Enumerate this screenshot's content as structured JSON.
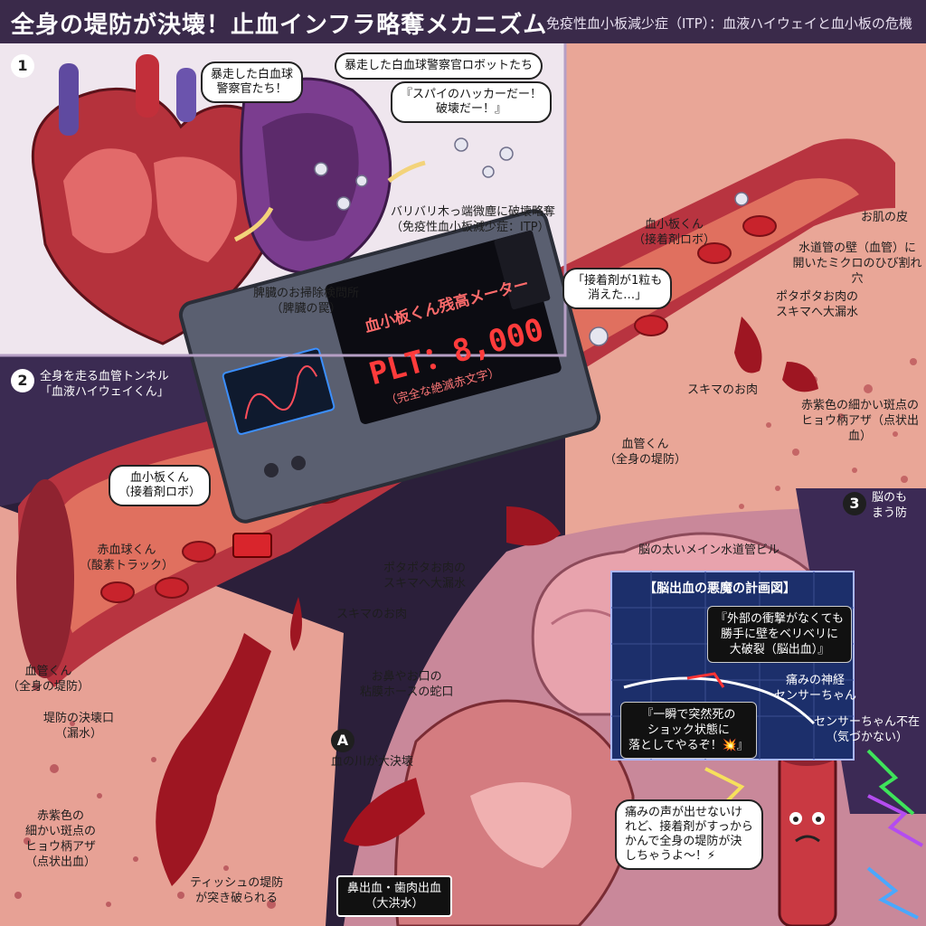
{
  "header": {
    "title": "全身の堤防が決壊！止血インフラ略奪メカニズム",
    "subtitle": "免疫性血小板減少症（ITP）：血液ハイウェイと血小板の危機"
  },
  "panel1": {
    "number": "1",
    "bubble_wbc": "暴走した白血球\n警察官たち！",
    "robots_label": "暴走した白血球警察官ロボットたち",
    "spy_bubble": "『スパイのハッカーだー！\n破壊だー！』",
    "destroy_label": "バリバリ木っ端微塵に破壊略奪\n（免疫性血小板減少症：ITP）",
    "spleen_label": "脾臓のお掃除検問所\n（脾臓の罠）"
  },
  "panel2": {
    "number": "2",
    "tunnel_label": "全身を走る血管トンネル\n「血液ハイウェイくん」",
    "platelet_top": "血小板くん\n（接着剤ロボ）",
    "glue_bubble": "「接着剤が1粒も\n消えた…」",
    "platelet_left": "血小板くん\n（接着剤ロボ）",
    "rbc_label": "赤血球くん\n（酸素トラック）",
    "leak_center": "ポタポタお肉の\nスキマへ大漏水",
    "gap_center": "スキマのお肉",
    "vessel_center": "血管くん\n（全身の堤防）",
    "vessel_left": "血管くん\n（全身の堤防）",
    "breach_label": "堤防の決壊口\n（漏水）",
    "petechiae_left": "赤紫色の\n細かい斑点の\nヒョウ柄アザ\n（点状出血）",
    "tissue_label": "ティッシュの堤防\nが突き破られる"
  },
  "meter": {
    "title": "血小板くん残高メーター",
    "value": "PLT：8,000",
    "note": "（完全な絶滅赤文字）"
  },
  "skin": {
    "skin_label": "お肌の皮",
    "crack_label": "水道管の壁（血管）に\n開いたミクロのひび割れ穴",
    "leak_right": "ポタポタお肉の\nスキマへ大漏水",
    "gap_right": "スキマのお肉",
    "petechiae_right": "赤紫色の細かい斑点の\nヒョウ柄アザ（点状出血）"
  },
  "panel3": {
    "number": "3",
    "defense_label": "脳のも\nまう防",
    "brain_building": "脳の太いメイン水道管ビル",
    "plan_title": "【脳出血の悪魔の計画図】",
    "plan_quote1": "『外部の衝撃がなくても\n勝手に壁をベリベリに\n大破裂（脳出血）』",
    "pain_sensor": "痛みの神経\nセンサーちゃん",
    "plan_quote2": "『一瞬で突然死の\nショック状態に\n落としてやるぞ！💥』",
    "sensor_absent": "センサーちゃん不在\n（気づかない）",
    "vessel_speech": "痛みの声が出せないけ\nれど、接着剤がすっから\nかんで全身の堤防が決\nしちゃうよ～！⚡"
  },
  "panelA": {
    "letter": "A",
    "mucosa_label": "お鼻やお口の\n粘膜ホースの蛇口",
    "river_label": "血の川が大決壊",
    "bleed_box": "鼻出血・歯肉出血\n（大洪水）"
  },
  "colors": {
    "vessel": "#c23a3f",
    "vessel_inner": "#e06a5c",
    "skin": "#e8a08f",
    "background": "#f1e9ef",
    "plan_bg": "#1c2f6b",
    "meter_red": "#ff3b3b"
  }
}
